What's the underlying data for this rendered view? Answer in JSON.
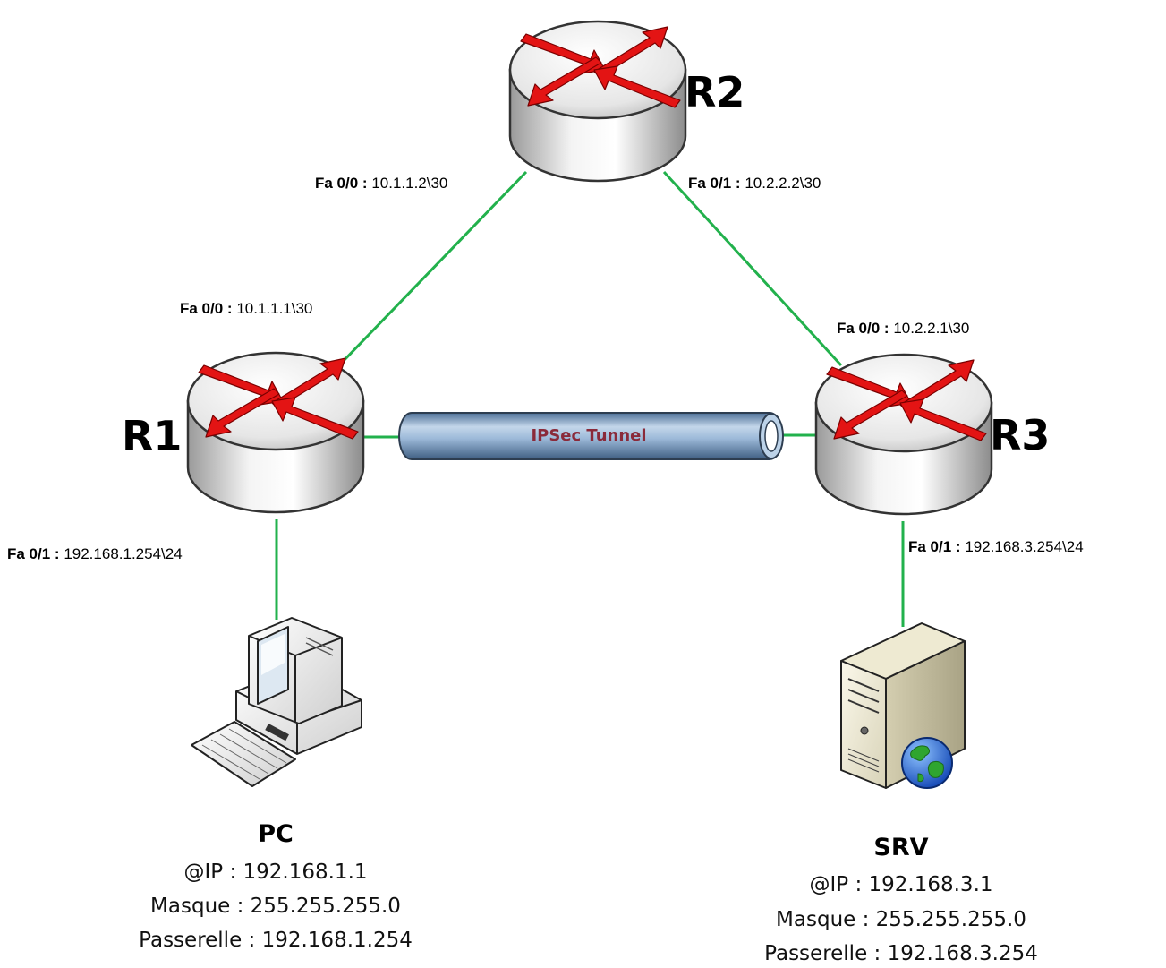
{
  "colors": {
    "link": "#22b14c",
    "router_arrow": "#e31414",
    "tunnel_fill": "#7fa3c8",
    "tunnel_label": "#8a2a3a"
  },
  "routers": {
    "r1": {
      "name": "R1"
    },
    "r2": {
      "name": "R2"
    },
    "r3": {
      "name": "R3"
    }
  },
  "interfaces": {
    "r2_fa00": {
      "name": "Fa 0/0 :",
      "addr": " 10.1.1.2\\30"
    },
    "r2_fa01": {
      "name": "Fa 0/1 :",
      "addr": " 10.2.2.2\\30"
    },
    "r1_fa00": {
      "name": "Fa 0/0 :",
      "addr": " 10.1.1.1\\30"
    },
    "r3_fa00": {
      "name": "Fa 0/0 :",
      "addr": " 10.2.2.1\\30"
    },
    "r1_fa01": {
      "name": "Fa 0/1 :",
      "addr": " 192.168.1.254\\24"
    },
    "r3_fa01": {
      "name": "Fa 0/1 :",
      "addr": " 192.168.3.254\\24"
    }
  },
  "tunnel": {
    "label": "IPSec Tunnel"
  },
  "hosts": {
    "pc": {
      "name": "PC",
      "ip": "@IP : 192.168.1.1",
      "mask": "Masque : 255.255.255.0",
      "gateway": "Passerelle : 192.168.1.254",
      "icon": "desktop-computer-icon"
    },
    "srv": {
      "name": "SRV",
      "ip": "@IP : 192.168.3.1",
      "mask": "Masque : 255.255.255.0",
      "gateway": "Passerelle : 192.168.3.254",
      "icon": "web-server-icon"
    }
  }
}
